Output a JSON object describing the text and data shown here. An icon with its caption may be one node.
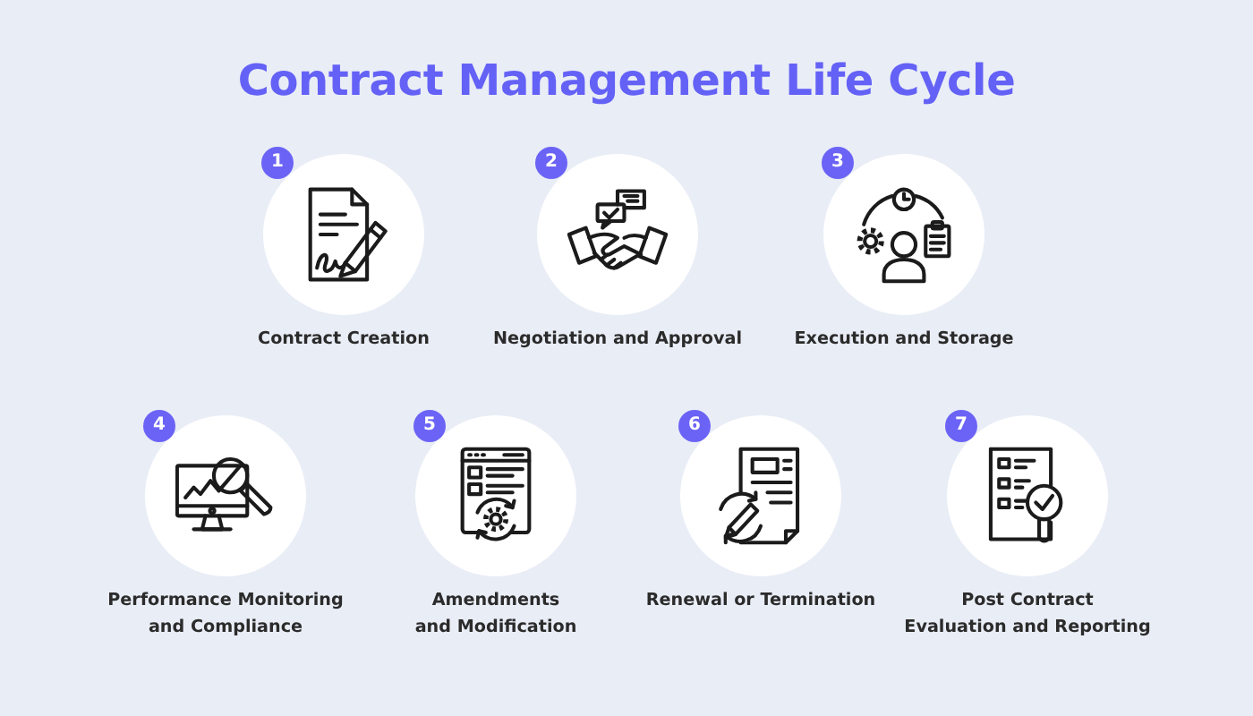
{
  "diagram": {
    "title": "Contract Management Life Cycle",
    "nodes": [
      {
        "text": [
          "1"
        ]
      },
      {
        "text": [],
        "shape": "picture",
        "beside": [
          "Contract Creation"
        ]
      },
      {
        "text": [
          "2"
        ]
      },
      {
        "text": [],
        "shape": "picture",
        "beside": [
          "Negotiation and Approval"
        ]
      },
      {
        "text": [
          "3"
        ]
      },
      {
        "text": [],
        "shape": "picture",
        "beside": [
          "Execution and Storage"
        ]
      },
      {
        "text": [
          "4"
        ]
      },
      {
        "text": [],
        "shape": "picture",
        "beside": [
          "Performance Monitoring and Compliance"
        ]
      },
      {
        "text": [
          "5"
        ]
      },
      {
        "text": [],
        "shape": "picture",
        "beside": [
          "Amendments and Modification"
        ]
      },
      {
        "text": [
          "6"
        ]
      },
      {
        "text": [],
        "shape": "picture",
        "beside": [
          "Renewal or Termination"
        ]
      },
      {
        "text": [
          "7"
        ]
      },
      {
        "text": [],
        "shape": "picture",
        "beside": [
          "Post Contract Evaluation and Reporting"
        ]
      }
    ],
    "edges": []
  }
}
